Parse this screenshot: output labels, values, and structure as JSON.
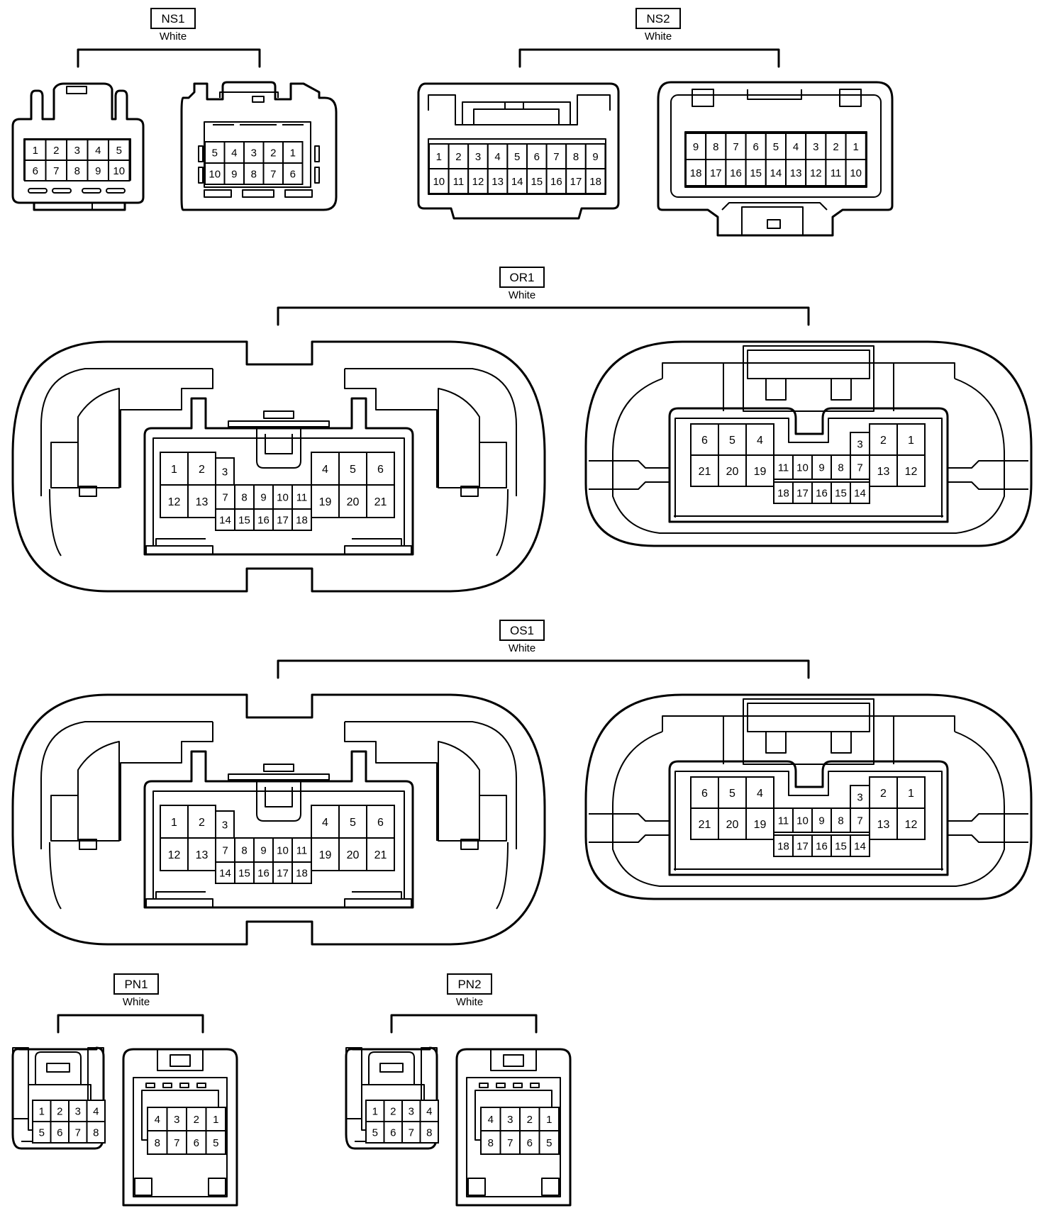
{
  "connectors": [
    {
      "id": "NS1",
      "color": "White",
      "halves": [
        {
          "rows": [
            [
              "1",
              "2",
              "3",
              "4",
              "5"
            ],
            [
              "6",
              "7",
              "8",
              "9",
              "10"
            ]
          ]
        },
        {
          "rows": [
            [
              "5",
              "4",
              "3",
              "2",
              "1"
            ],
            [
              "10",
              "9",
              "8",
              "7",
              "6"
            ]
          ]
        }
      ]
    },
    {
      "id": "NS2",
      "color": "White",
      "halves": [
        {
          "rows": [
            [
              "1",
              "2",
              "3",
              "4",
              "5",
              "6",
              "7",
              "8",
              "9"
            ],
            [
              "10",
              "11",
              "12",
              "13",
              "14",
              "15",
              "16",
              "17",
              "18"
            ]
          ]
        },
        {
          "rows": [
            [
              "9",
              "8",
              "7",
              "6",
              "5",
              "4",
              "3",
              "2",
              "1"
            ],
            [
              "18",
              "17",
              "16",
              "15",
              "14",
              "13",
              "12",
              "11",
              "10"
            ]
          ]
        }
      ]
    },
    {
      "id": "OR1",
      "color": "White",
      "halves": [
        {
          "left": [
            "1",
            "2",
            "12",
            "13"
          ],
          "mid": [
            "3",
            "7",
            "8",
            "9",
            "10",
            "11",
            "14",
            "15",
            "16",
            "17",
            "18"
          ],
          "right": [
            "4",
            "5",
            "6",
            "19",
            "20",
            "21"
          ]
        },
        {
          "left": [
            "6",
            "5",
            "4",
            "21",
            "20",
            "19"
          ],
          "mid": [
            "3",
            "11",
            "10",
            "9",
            "8",
            "7",
            "18",
            "17",
            "16",
            "15",
            "14"
          ],
          "right": [
            "2",
            "1",
            "13",
            "12"
          ]
        }
      ]
    },
    {
      "id": "OS1",
      "color": "White",
      "halves": [
        {
          "left": [
            "1",
            "2",
            "12",
            "13"
          ],
          "mid": [
            "3",
            "7",
            "8",
            "9",
            "10",
            "11",
            "14",
            "15",
            "16",
            "17",
            "18"
          ],
          "right": [
            "4",
            "5",
            "6",
            "19",
            "20",
            "21"
          ]
        },
        {
          "left": [
            "6",
            "5",
            "4",
            "21",
            "20",
            "19"
          ],
          "mid": [
            "3",
            "11",
            "10",
            "9",
            "8",
            "7",
            "18",
            "17",
            "16",
            "15",
            "14"
          ],
          "right": [
            "2",
            "1",
            "13",
            "12"
          ]
        }
      ]
    },
    {
      "id": "PN1",
      "color": "White",
      "halves": [
        {
          "rows": [
            [
              "1",
              "2",
              "3",
              "4"
            ],
            [
              "5",
              "6",
              "7",
              "8"
            ]
          ]
        },
        {
          "rows": [
            [
              "4",
              "3",
              "2",
              "1"
            ],
            [
              "8",
              "7",
              "6",
              "5"
            ]
          ]
        }
      ]
    },
    {
      "id": "PN2",
      "color": "White",
      "halves": [
        {
          "rows": [
            [
              "1",
              "2",
              "3",
              "4"
            ],
            [
              "5",
              "6",
              "7",
              "8"
            ]
          ]
        },
        {
          "rows": [
            [
              "4",
              "3",
              "2",
              "1"
            ],
            [
              "8",
              "7",
              "6",
              "5"
            ]
          ]
        }
      ]
    }
  ]
}
